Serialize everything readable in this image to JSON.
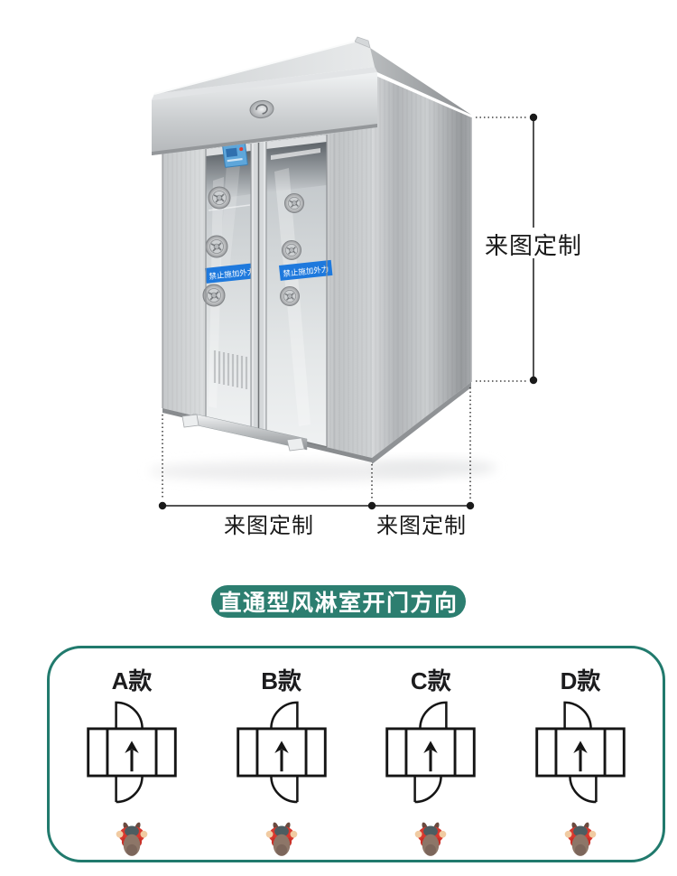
{
  "machine": {
    "name": "air-shower-cabinet",
    "warning_label_left": "禁止施加外力",
    "warning_label_right": "禁止施加外力"
  },
  "dimensions": {
    "height_label": "来图定制",
    "width_label": "来图定制",
    "depth_label": "来图定制"
  },
  "section": {
    "title": "直通型风淋室开门方向"
  },
  "door_options": [
    {
      "label": "A款",
      "top_hinge": "left",
      "bottom_hinge": "left"
    },
    {
      "label": "B款",
      "top_hinge": "right",
      "bottom_hinge": "right"
    },
    {
      "label": "C款",
      "top_hinge": "right",
      "bottom_hinge": "left"
    },
    {
      "label": "D款",
      "top_hinge": "left",
      "bottom_hinge": "right"
    }
  ],
  "icons": {
    "logo": "logo-badge-icon",
    "arrow": "walk-direction-arrow-icon",
    "person": "person-top-view-icon",
    "nozzle": "air-nozzle-icon"
  },
  "colors": {
    "teal": "#2c7e70",
    "card_border": "#217a6d",
    "warning_blue": "#1e79dd",
    "diagram_ink": "#151515",
    "dimension_ink": "#1a1a1a"
  }
}
